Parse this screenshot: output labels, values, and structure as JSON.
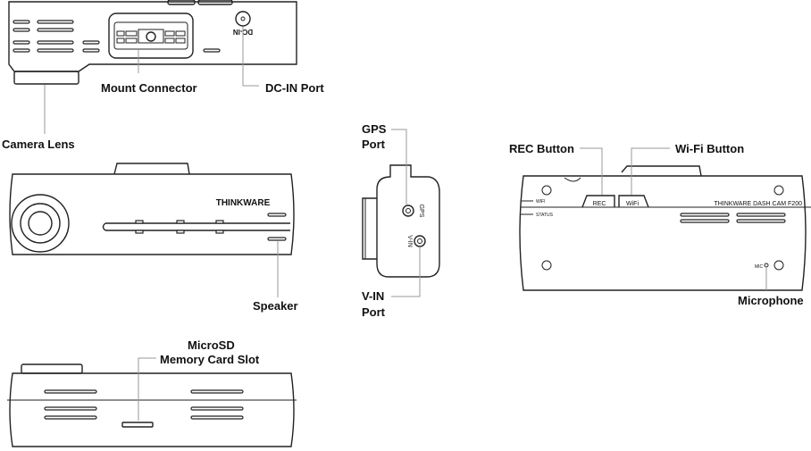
{
  "labels": {
    "mount_connector": "Mount Connector",
    "dc_in_port": "DC-IN Port",
    "camera_lens": "Camera Lens",
    "speaker": "Speaker",
    "gps_port_line1": "GPS",
    "gps_port_line2": "Port",
    "v_in_port_line1": "V-IN",
    "v_in_port_line2": "Port",
    "rec_button": "REC Button",
    "wifi_button": "Wi-Fi Button",
    "microphone": "Microphone",
    "microsd_line1": "MicroSD",
    "microsd_line2": "Memory Card Slot"
  },
  "device_markings": {
    "dc_in": "DC-IN",
    "brand": "THINKWARE",
    "gps": "GPS",
    "v_in": "V-IN",
    "rec": "REC",
    "wifi": "WiFi",
    "wifi_led": "WIFI",
    "status_led": "STATUS",
    "model": "THINKWARE DASH CAM F200",
    "mic": "MIC"
  }
}
